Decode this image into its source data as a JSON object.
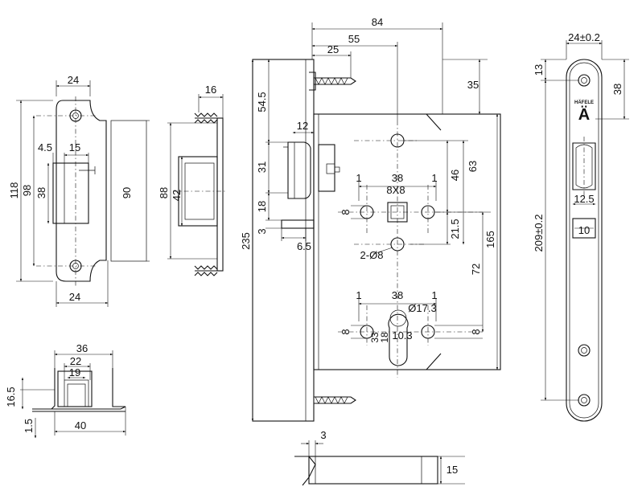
{
  "strike_plate": {
    "dims": {
      "top_width": "24",
      "height_outer": "118",
      "height_hole": "98",
      "offset": "4.5",
      "opening_width": "15",
      "opening_height": "38",
      "side_height": "90",
      "bottom_width": "24"
    }
  },
  "strike_side": {
    "dims": {
      "width": "16",
      "height": "88",
      "inner": "42"
    }
  },
  "strike_box": {
    "dims": {
      "w36": "36",
      "w22": "22",
      "w19": "19",
      "h16_5": "16.5",
      "t1_5": "1.5",
      "w40": "40"
    }
  },
  "lock_body": {
    "dims": {
      "d84": "84",
      "d55": "55",
      "d25": "25",
      "d35": "35",
      "d54_5": "54.5",
      "d12": "12",
      "d31": "31",
      "d18": "18",
      "d3": "3",
      "d6_5": "6.5",
      "d235": "235",
      "d1a": "1",
      "d38a": "38",
      "d1b": "1",
      "d8x8": "8X8",
      "d8a": "8",
      "d46": "46",
      "d63": "63",
      "d21_5": "21.5",
      "d165": "165",
      "holes": "2-Ø8",
      "d72": "72",
      "d1c": "1",
      "d38b": "38",
      "d1d": "1",
      "d17_3": "Ø17.3",
      "d8b": "8",
      "d33": "33",
      "d18b": "18",
      "d10_3": "10.3",
      "d8c": "8"
    }
  },
  "latch_bottom": {
    "dims": {
      "t3": "3",
      "h15": "15"
    }
  },
  "faceplate": {
    "brand": "HÄFELE",
    "logo_mark": "Ä",
    "dims": {
      "width": "24±0.2",
      "top13": "13",
      "top38": "38",
      "length": "209±0.2",
      "slot": "12.5",
      "sq": "10"
    }
  }
}
